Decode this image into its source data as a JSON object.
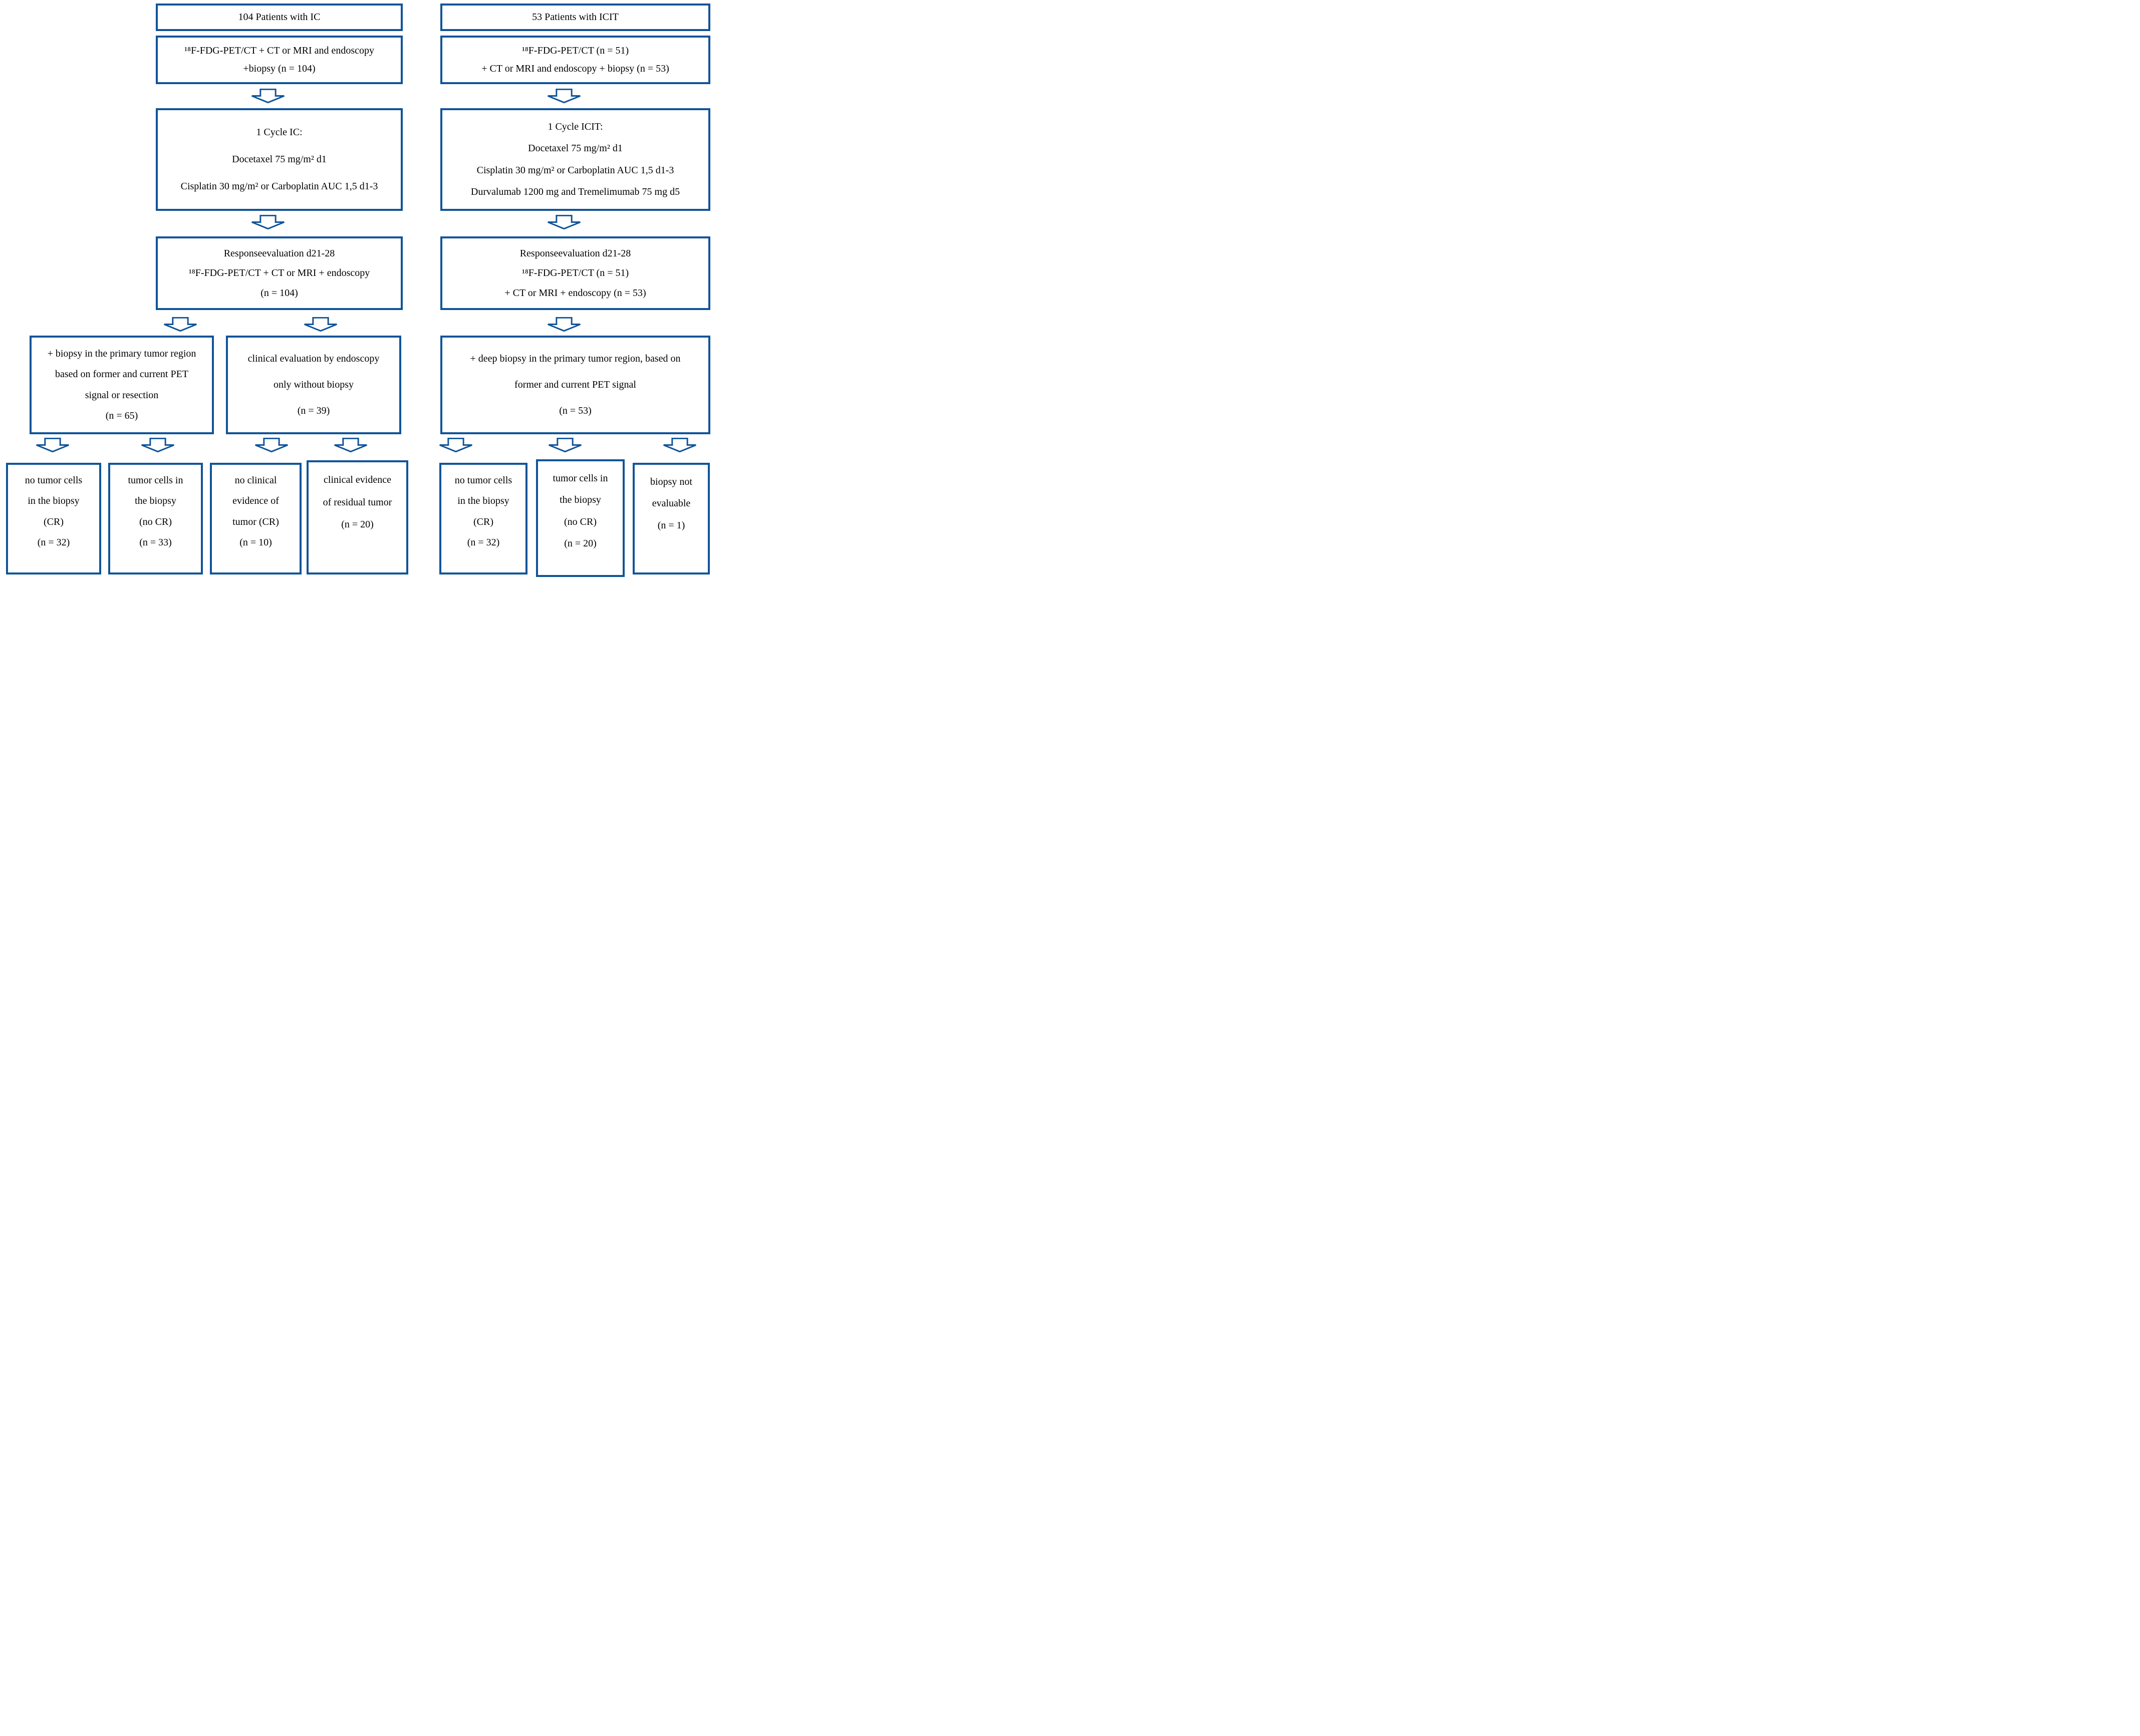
{
  "colors": {
    "accent": "#0f5499",
    "text": "#000000",
    "background": "#ffffff"
  },
  "left": {
    "title": "104 Patients with IC",
    "staging": [
      "¹⁸F-FDG-PET/CT + CT or MRI and endoscopy",
      "+biopsy (n = 104)"
    ],
    "cycle": [
      "1 Cycle IC:",
      "Docetaxel 75 mg/m² d1",
      "Cisplatin 30 mg/m² or Carboplatin AUC 1,5 d1-3"
    ],
    "response": [
      "Responseevaluation d21-28",
      "¹⁸F-FDG-PET/CT + CT or MRI + endoscopy",
      "(n = 104)"
    ],
    "biopsy_branch": [
      "+ biopsy in the primary tumor region",
      "based on former and current PET",
      "signal or resection",
      "(n = 65)"
    ],
    "clinical_branch": [
      "clinical evaluation by endoscopy",
      "only without biopsy",
      "(n = 39)"
    ],
    "outcome_cr": [
      "no tumor cells",
      "in the biopsy",
      "(CR)",
      "(n = 32)"
    ],
    "outcome_no_cr": [
      "tumor cells in",
      "the biopsy",
      "(no CR)",
      "(n = 33)"
    ],
    "outcome_clinical_cr": [
      "no clinical",
      "evidence of",
      "tumor (CR)",
      "(n = 10)"
    ],
    "outcome_clinical_residual": [
      "clinical evidence",
      "of residual tumor",
      "(n = 20)"
    ]
  },
  "right": {
    "title": "53 Patients with ICIT",
    "staging": [
      "¹⁸F-FDG-PET/CT (n = 51)",
      "+ CT or MRI and endoscopy + biopsy (n = 53)"
    ],
    "cycle": [
      "1 Cycle ICIT:",
      "Docetaxel 75 mg/m² d1",
      "Cisplatin 30 mg/m² or Carboplatin AUC 1,5 d1-3",
      "Durvalumab 1200 mg and Tremelimumab 75 mg d5"
    ],
    "response": [
      "Responseevaluation d21-28",
      "¹⁸F-FDG-PET/CT (n = 51)",
      "+ CT or MRI + endoscopy (n = 53)"
    ],
    "biopsy_branch": [
      "+ deep biopsy in the primary tumor region, based on",
      "former and current PET signal",
      "(n = 53)"
    ],
    "outcome_cr": [
      "no tumor cells",
      "in the biopsy",
      "(CR)",
      "(n = 32)"
    ],
    "outcome_no_cr": [
      "tumor cells in",
      "the biopsy",
      "(no CR)",
      "(n = 20)"
    ],
    "outcome_not_evaluable": [
      "biopsy not",
      "evaluable",
      "(n = 1)"
    ]
  }
}
